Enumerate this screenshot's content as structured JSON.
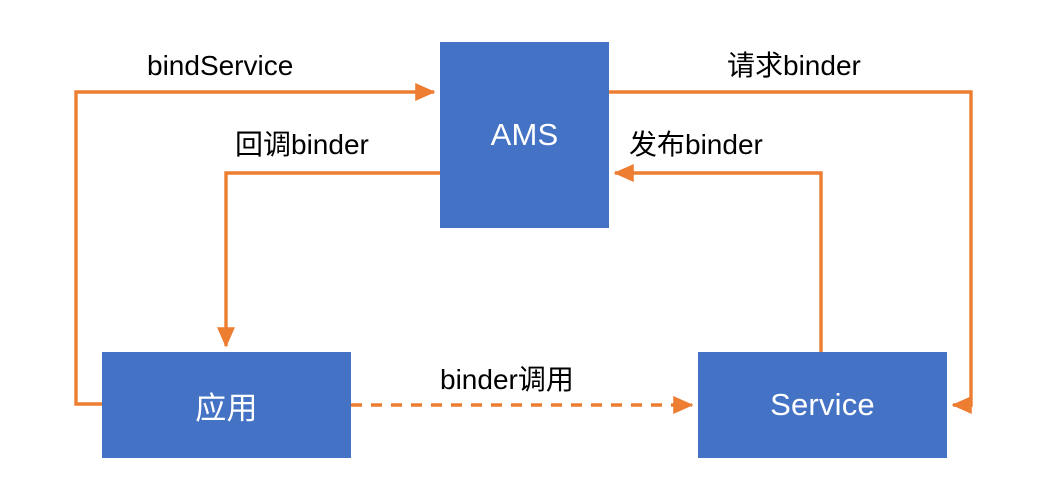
{
  "diagram": {
    "title": "Android bindService binder flow",
    "colors": {
      "node_fill": "#4472C4",
      "node_text": "#FFFFFF",
      "edge": "#ED7D31",
      "label_text": "#000000",
      "background": "#FFFFFF"
    },
    "nodes": [
      {
        "id": "ams",
        "label": "AMS"
      },
      {
        "id": "app",
        "label": "应用"
      },
      {
        "id": "service",
        "label": "Service"
      }
    ],
    "edges": [
      {
        "id": "bind-service",
        "label": "bindService",
        "from": "app",
        "to": "ams",
        "style": "solid",
        "arrow": "end"
      },
      {
        "id": "request-binder",
        "label": "请求binder",
        "from": "ams",
        "to": "service",
        "style": "solid",
        "arrow": "end"
      },
      {
        "id": "publish-binder",
        "label": "发布binder",
        "from": "service",
        "to": "ams",
        "style": "solid",
        "arrow": "end"
      },
      {
        "id": "callback-binder",
        "label": "回调binder",
        "from": "ams",
        "to": "app",
        "style": "solid",
        "arrow": "end"
      },
      {
        "id": "binder-call",
        "label": "binder调用",
        "from": "app",
        "to": "service",
        "style": "dashed",
        "arrow": "end"
      }
    ]
  }
}
